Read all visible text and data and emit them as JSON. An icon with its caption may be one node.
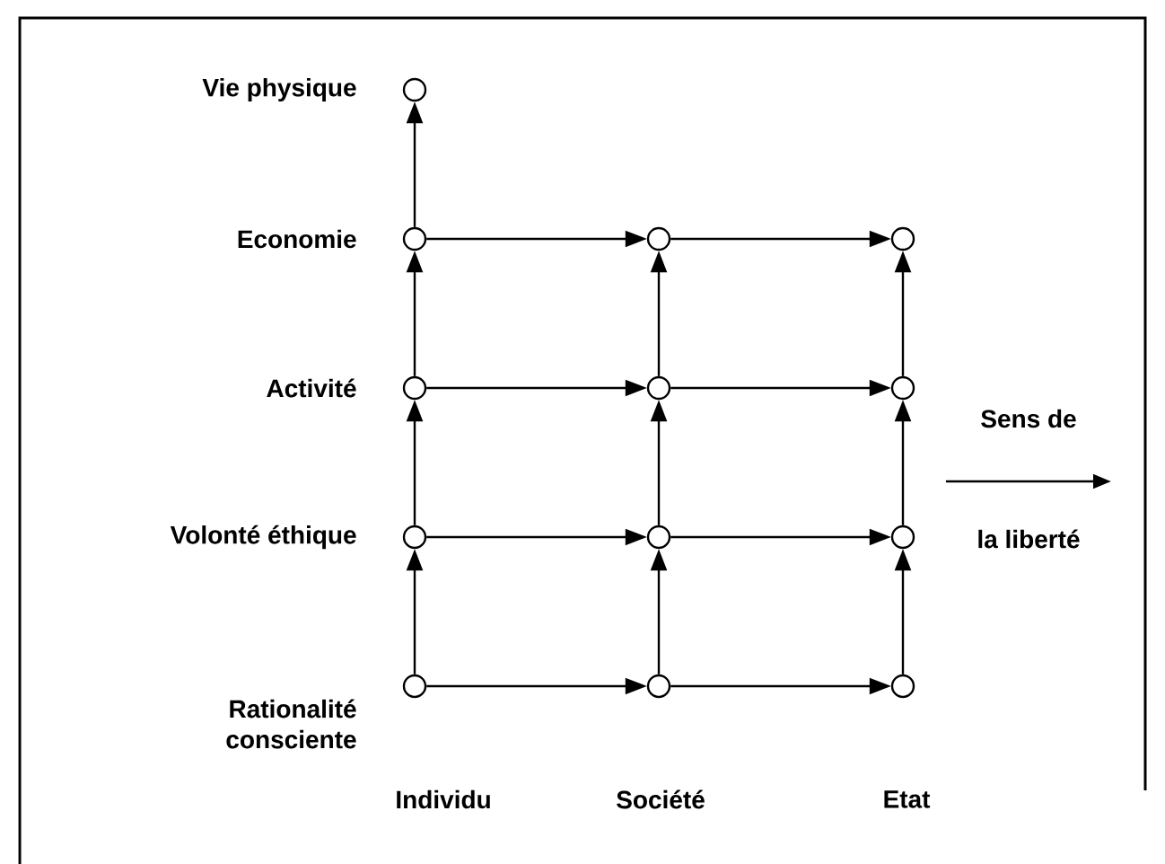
{
  "diagram": {
    "nodes": [
      {
        "text": [],
        "shape": "circle"
      },
      {
        "text": [],
        "shape": "circle"
      },
      {
        "text": [],
        "shape": "circle"
      },
      {
        "text": [],
        "shape": "circle"
      },
      {
        "text": [],
        "shape": "circle"
      },
      {
        "text": [],
        "shape": "circle"
      },
      {
        "text": [],
        "shape": "circle"
      },
      {
        "text": [],
        "shape": "circle"
      },
      {
        "text": [],
        "shape": "circle"
      },
      {
        "text": [],
        "shape": "circle"
      },
      {
        "text": [],
        "shape": "circle"
      },
      {
        "text": [],
        "shape": "circle"
      },
      {
        "text": [],
        "shape": "circle"
      }
    ],
    "edges": [
      {
        "from": 1,
        "to": 0,
        "arrow": "to"
      },
      {
        "from": 1,
        "to": 2,
        "arrow": "to"
      },
      {
        "from": 2,
        "to": 3,
        "arrow": "to"
      },
      {
        "from": 4,
        "to": 1,
        "arrow": "to"
      },
      {
        "from": 5,
        "to": 2,
        "arrow": "to"
      },
      {
        "from": 6,
        "to": 3,
        "arrow": "to"
      },
      {
        "from": 4,
        "to": 5,
        "arrow": "to"
      },
      {
        "from": 5,
        "to": 6,
        "arrow": "to"
      },
      {
        "from": 7,
        "to": 4,
        "arrow": "to"
      },
      {
        "from": 8,
        "to": 5,
        "arrow": "to"
      },
      {
        "from": 9,
        "to": 6,
        "arrow": "to"
      },
      {
        "from": 7,
        "to": 8,
        "arrow": "to"
      },
      {
        "from": 8,
        "to": 9,
        "arrow": "to"
      },
      {
        "from": 10,
        "to": 7,
        "arrow": "to"
      },
      {
        "from": 11,
        "to": 8,
        "arrow": "to"
      },
      {
        "from": 12,
        "to": 9,
        "arrow": "to"
      },
      {
        "from": 10,
        "to": 11,
        "arrow": "to"
      },
      {
        "from": 11,
        "to": 12,
        "arrow": "to"
      }
    ],
    "labels": [
      "Vie physique",
      "Economie",
      "Activité",
      "Sens de",
      "Volonté éthique",
      "la liberté",
      "Rationalité consciente",
      "Individu",
      "Société",
      "Etat"
    ]
  }
}
